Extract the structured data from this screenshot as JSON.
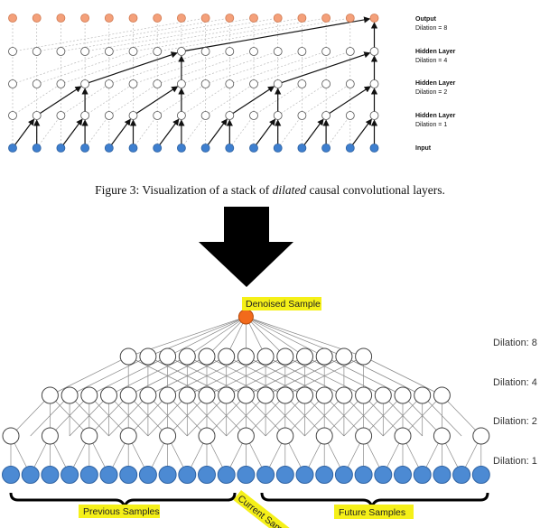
{
  "top_figure": {
    "layer_labels": [
      {
        "title": "Output",
        "sub": "Dilation = 8"
      },
      {
        "title": "Hidden Layer",
        "sub": "Dilation = 4"
      },
      {
        "title": "Hidden Layer",
        "sub": "Dilation = 2"
      },
      {
        "title": "Hidden Layer",
        "sub": "Dilation = 1"
      },
      {
        "title": "Input",
        "sub": ""
      }
    ],
    "caption_prefix": "Figure 3: Visualization of a stack of ",
    "caption_emph": "dilated",
    "caption_suffix": " causal convolutional layers.",
    "colors": {
      "output": "#f4a07a",
      "input": "#3e7fcf",
      "hidden": "#ffffff",
      "arrow": "#111111",
      "dashed": "#bbbbbb"
    }
  },
  "arrow_icon": "down-arrow-icon",
  "bottom_figure": {
    "top_label": "Denoised Sample",
    "dilation_labels": [
      "Dilation: 8",
      "Dilation: 4",
      "Dilation: 2",
      "Dilation: 1"
    ],
    "bottom_labels": {
      "previous": "Previous Samples",
      "current": "Current Sample",
      "future": "Future Samples"
    },
    "colors": {
      "top": "#f26a1b",
      "input": "#4c8ad3",
      "hidden": "#ffffff",
      "highlight": "#f5f018"
    }
  }
}
